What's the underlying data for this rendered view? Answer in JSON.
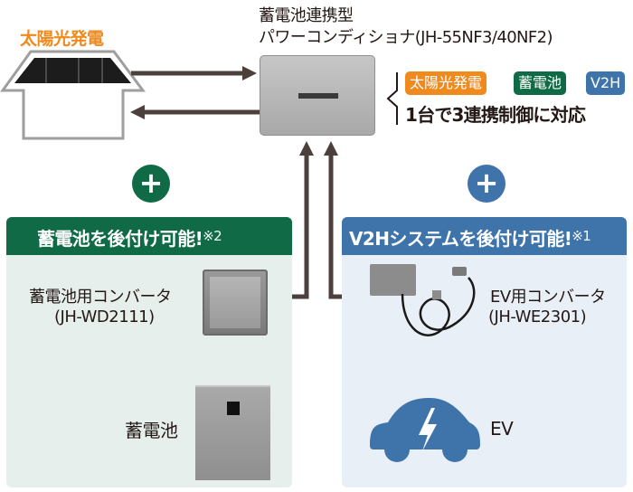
{
  "solar": {
    "title": "太陽光発電"
  },
  "power_conditioner": {
    "title_line1": "蓄電池連携型",
    "title_line2": "パワーコンディショナ(JH-55NF3/40NF2)",
    "badges": [
      {
        "label": "太陽光発電",
        "color": "#ee8a1e"
      },
      {
        "label": "蓄電池",
        "color": "#0f6a45"
      },
      {
        "label": "V2H",
        "color": "#3f74ab"
      }
    ],
    "tagline": "1台で3連携制御に対応"
  },
  "plus_symbol": "+",
  "battery_panel": {
    "header": "蓄電池を後付け可能!",
    "note": "※2",
    "converter_name": "蓄電池用コンバータ",
    "converter_model": "(JH-WD2111)",
    "battery_label": "蓄電池",
    "color": "#0f6a45"
  },
  "v2h_panel": {
    "header": "V2Hシステムを後付け可能!",
    "note": "※1",
    "converter_name": "EV用コンバータ",
    "converter_model": "(JH-WE2301)",
    "ev_label": "EV",
    "color": "#3f74ab"
  },
  "arrow_color": "#4b403c"
}
